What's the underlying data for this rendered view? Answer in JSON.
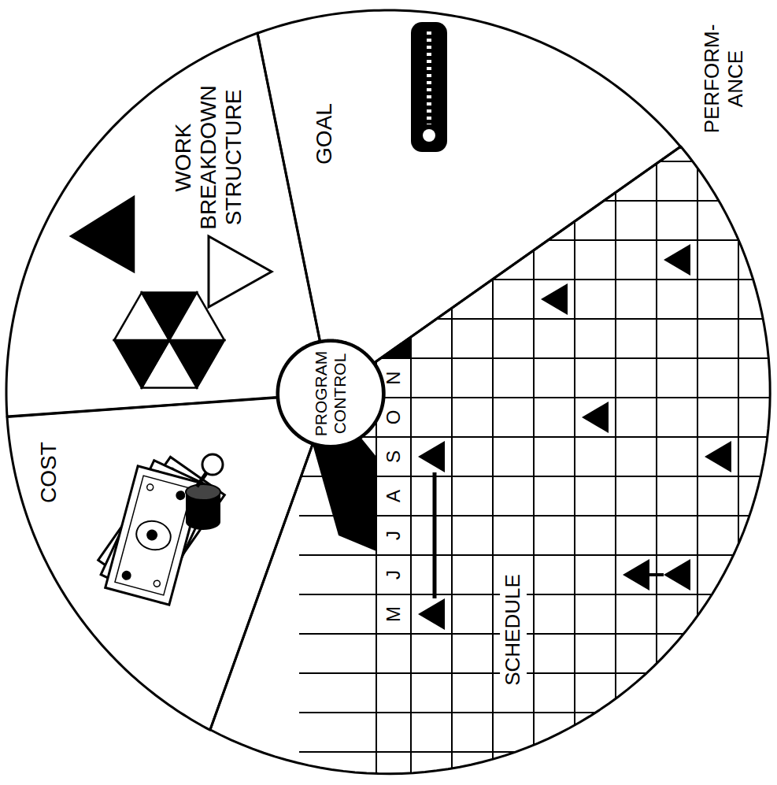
{
  "diagram": {
    "nodes": [
      {
        "text": [
          "WORK BREAKDOWN STRUCTURE"
        ]
      },
      {
        "text": [
          "GOAL",
          "PERFORM- ANCE"
        ]
      },
      {
        "text": [
          "SCHEDULE"
        ]
      },
      {
        "text": [
          "COST"
        ]
      },
      {
        "text": [
          "PROGRAM CONTROL"
        ]
      }
    ],
    "labels": [
      "M",
      "J",
      "J",
      "A",
      "S",
      "O",
      "N"
    ]
  }
}
